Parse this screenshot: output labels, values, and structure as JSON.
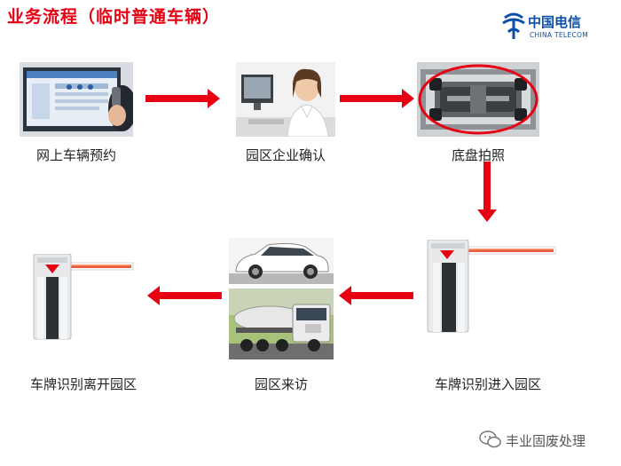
{
  "title": "业务流程（临时普通车辆）",
  "logo": {
    "name_cn": "中国电信",
    "name_en": "CHINA TELECOM"
  },
  "steps": [
    {
      "label": "网上车辆预约"
    },
    {
      "label": "园区企业确认"
    },
    {
      "label": "底盘拍照"
    },
    {
      "label": "车牌识别进入园区"
    },
    {
      "label": "园区来访"
    },
    {
      "label": "车牌识别离开园区"
    }
  ],
  "watermark": "丰业固废处理",
  "colors": {
    "accent": "#e60012",
    "brand": "#0b4fa8"
  }
}
